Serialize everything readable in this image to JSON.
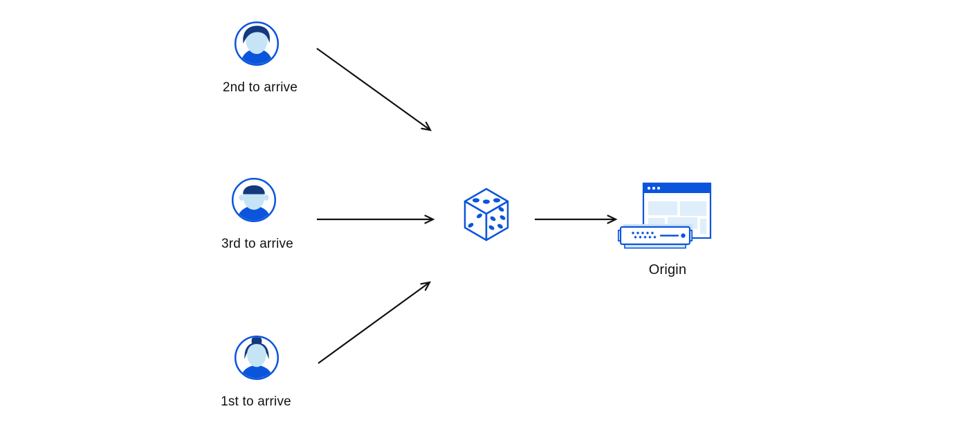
{
  "diagram": {
    "title": "random-steering-to-origin-diagram",
    "users": [
      {
        "label": "2nd to arrive",
        "icon": "user-male-swoosh-hair-avatar-icon"
      },
      {
        "label": "3rd to arrive",
        "icon": "user-male-flat-hair-avatar-icon"
      },
      {
        "label": "1st to arrive",
        "icon": "user-female-bun-avatar-icon"
      }
    ],
    "selector": {
      "icon": "dice-icon"
    },
    "origin": {
      "label": "Origin",
      "icon": "origin-server-browser-icon"
    },
    "edges": [
      {
        "from": "2nd to arrive",
        "to": "dice"
      },
      {
        "from": "3rd to arrive",
        "to": "dice"
      },
      {
        "from": "1st to arrive",
        "to": "dice"
      },
      {
        "from": "dice",
        "to": "Origin"
      }
    ],
    "colors": {
      "primary_blue": "#0b55dc",
      "dark_navy": "#13397e",
      "face_light_blue": "#c5e4f6",
      "pale_blue_fill": "#dfeefa",
      "server_shadow_blue": "#cbe4f7",
      "server_base_blue": "#d8ebfa",
      "arrow_black": "#111111",
      "background": "#ffffff"
    }
  }
}
